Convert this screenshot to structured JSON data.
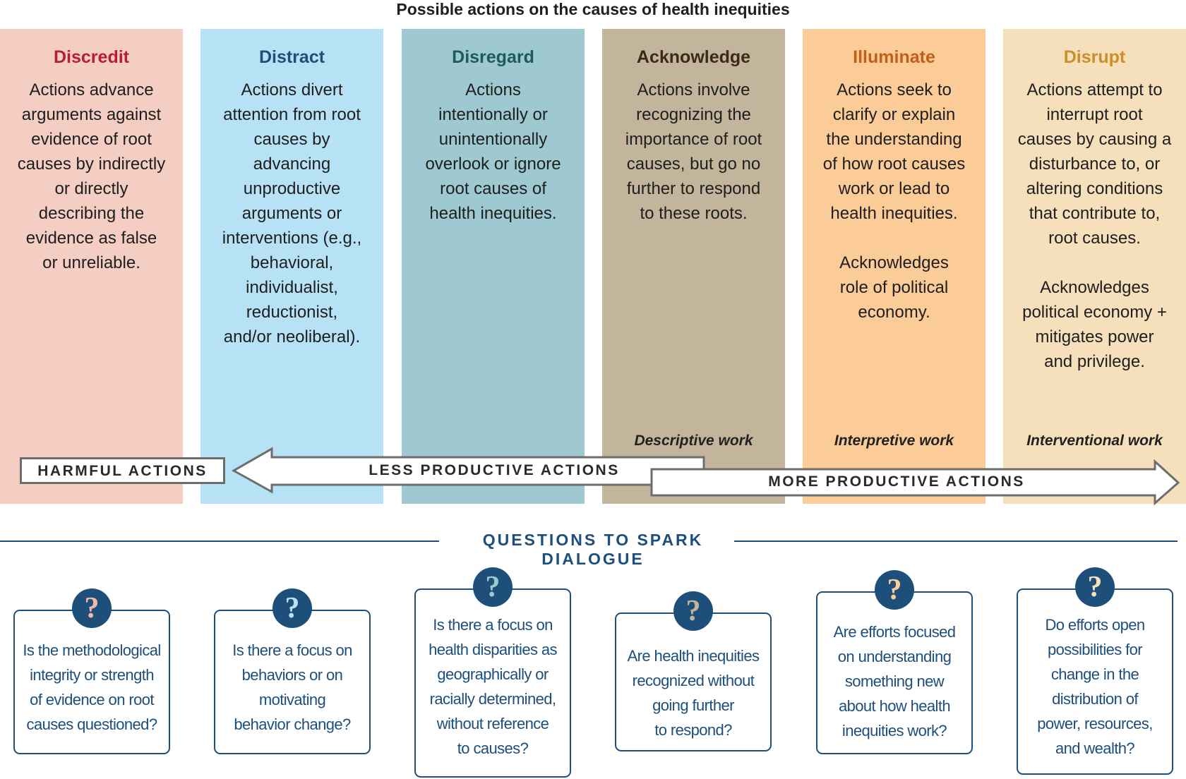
{
  "title": "Possible actions on the causes of health inequities",
  "columns": [
    {
      "heading": "Discredit",
      "heading_color": "#b51f2e",
      "bg": "#f4cdc3",
      "text": "Actions advance\narguments against\nevidence of root\ncauses by indirectly\nor directly\ndescribing the\nevidence as false\nor unreliable.",
      "note": ""
    },
    {
      "heading": "Distract",
      "heading_color": "#1d4f7a",
      "bg": "#b7e2f6",
      "text": "Actions divert\nattention from root\ncauses by\nadvancing\nunproductive\narguments or\ninterventions (e.g.,\nbehavioral,\nindividualist,\nreductionist,\nand/or neoliberal).",
      "note": ""
    },
    {
      "heading": "Disregard",
      "heading_color": "#1e5a57",
      "bg": "#9ec9d1",
      "text": "Actions\nintentionally or\nunintentionally\noverlook or ignore\nroot causes of\nhealth inequities.",
      "note": ""
    },
    {
      "heading": "Acknowledge",
      "heading_color": "#3b2a1a",
      "bg": "#c2b59b",
      "text": "Actions involve\nrecognizing the\nimportance of root\ncauses, but go no\nfurther to respond\nto these roots.",
      "note": "Descriptive work"
    },
    {
      "heading": "Illuminate",
      "heading_color": "#c2601a",
      "bg": "#fbcb98",
      "text": "Actions seek to\nclarify or explain\nthe understanding\nof how root causes\nwork or lead to\nhealth inequities.\n\nAcknowledges\nrole of political\neconomy.",
      "note": "Interpretive work"
    },
    {
      "heading": "Disrupt",
      "heading_color": "#c98f2c",
      "bg": "#f6dfbb",
      "text": "Actions attempt to\ninterrupt root\ncauses by causing a\ndisturbance to, or\naltering conditions\nthat contribute to,\nroot causes.\n\nAcknowledges\npolitical economy +\nmitigates power\nand privilege.",
      "note": "Interventional work"
    }
  ],
  "arrows": {
    "harmful": "HARMFUL ACTIONS",
    "less_productive": "LESS PRODUCTIVE ACTIONS",
    "more_productive": "MORE PRODUCTIVE ACTIONS"
  },
  "questions_heading": "QUESTIONS TO SPARK DIALOGUE",
  "questions": [
    {
      "text": "Is the methodological\nintegrity or strength\nof evidence on root\ncauses questioned?",
      "icon_color": "#f4b8a8",
      "icon": "question-mark"
    },
    {
      "text": "Is there a focus on\nbehaviors or on\nmotivating\nbehavior change?",
      "icon_color": "#b7e2f6",
      "icon": "question-mark"
    },
    {
      "text": "Is there a focus on\nhealth disparities as\ngeographically or\nracially determined,\nwithout reference\nto causes?",
      "icon_color": "#9ec9d1",
      "icon": "question-mark"
    },
    {
      "text": "Are health inequities\nrecognized without\ngoing further\nto respond?",
      "icon_color": "#c2b59b",
      "icon": "question-mark"
    },
    {
      "text": "Are efforts focused\non understanding\nsomething new\nabout how health\ninequities work?",
      "icon_color": "#fbcb98",
      "icon": "question-mark"
    },
    {
      "text": "Do efforts open\npossibilities for\nchange in the\ndistribution of\npower, resources,\nand wealth?",
      "icon_color": "#f6dfbb",
      "icon": "question-mark"
    }
  ],
  "accent_color": "#1d4f7a"
}
